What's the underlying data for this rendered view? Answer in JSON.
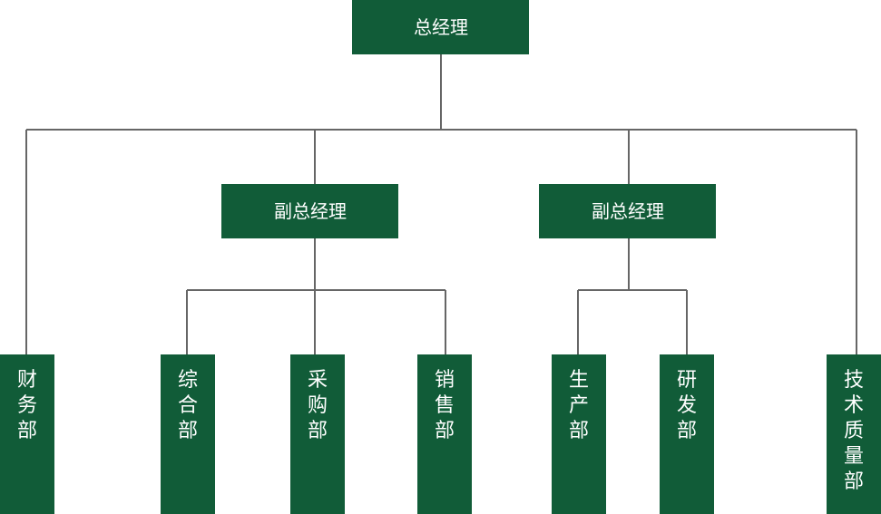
{
  "colors": {
    "box_fill": "#115c38",
    "connector": "#666666",
    "text": "#ffffff"
  },
  "org": {
    "ceo": "总经理",
    "vp_left": "副总经理",
    "vp_right": "副总经理",
    "departments": [
      {
        "id": "finance",
        "label": "财务部"
      },
      {
        "id": "general",
        "label": "综合部"
      },
      {
        "id": "procurement",
        "label": "采购部"
      },
      {
        "id": "sales",
        "label": "销售部"
      },
      {
        "id": "production",
        "label": "生产部"
      },
      {
        "id": "rnd",
        "label": "研发部"
      },
      {
        "id": "quality",
        "label": "技术质量部"
      }
    ]
  }
}
